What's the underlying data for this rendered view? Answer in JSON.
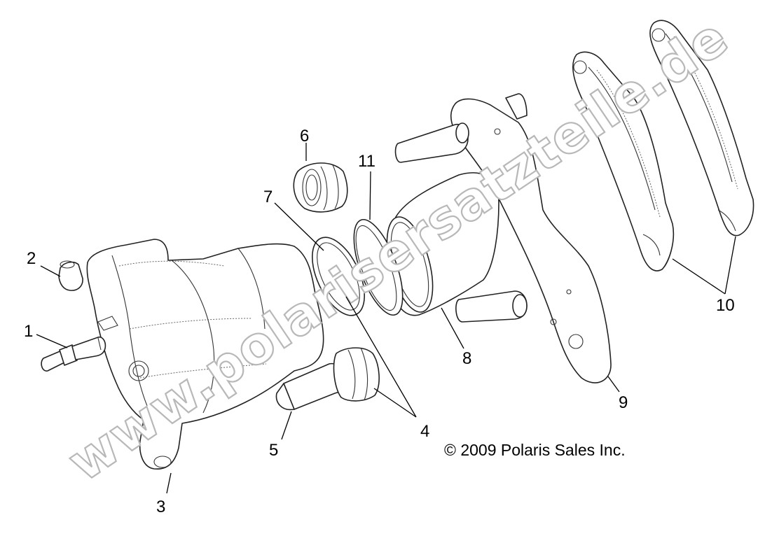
{
  "callouts": {
    "c1": "1",
    "c2": "2",
    "c3": "3",
    "c4": "4",
    "c5": "5",
    "c6": "6",
    "c7": "7",
    "c8": "8",
    "c9": "9",
    "c10": "10",
    "c11": "11"
  },
  "copyright": "© 2009 Polaris Sales Inc.",
  "watermark": "www.polarisersatzteile.de",
  "colors": {
    "line": "#222222",
    "watermark_outline": "#b8b8b8",
    "background": "#ffffff"
  }
}
